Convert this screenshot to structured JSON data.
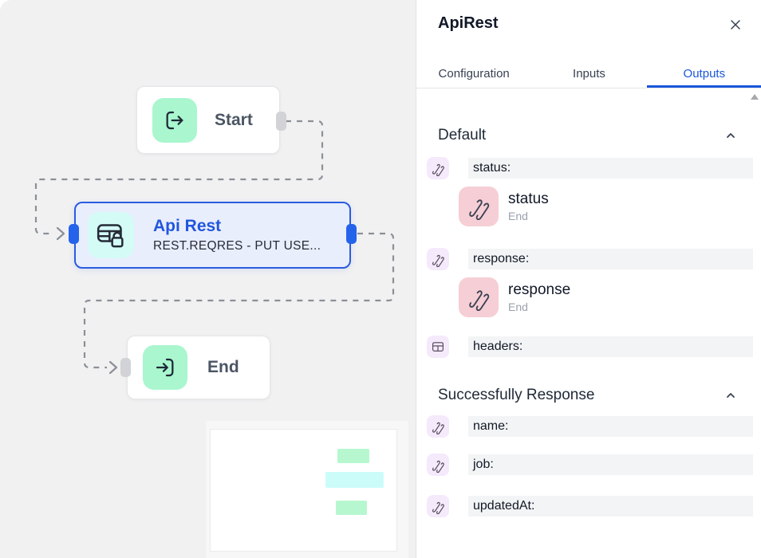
{
  "canvas": {
    "nodes": {
      "start": {
        "label": "Start",
        "icon": "logout-arrow-icon"
      },
      "api": {
        "title": "Api Rest",
        "subtitle": "REST.REQRES - PUT USE...",
        "icon": "table-lock-icon",
        "selected": true
      },
      "end": {
        "label": "End",
        "icon": "login-arrow-icon"
      }
    },
    "minimap": {
      "bars": [
        {
          "node": "start",
          "color": "#b7f7d0"
        },
        {
          "node": "api",
          "color": "#ccfcfa"
        },
        {
          "node": "end",
          "color": "#b7f7d0"
        }
      ]
    },
    "colors": {
      "connector": "#8b9097",
      "port_active": "#2563eb",
      "port_idle": "#d2d3d6",
      "node_selected_border": "#2b5ce0",
      "icon_mint": "#a9f6cf",
      "icon_cyan": "#d5fbf7"
    }
  },
  "panel": {
    "title": "ApiRest",
    "tabs": [
      {
        "label": "Configuration",
        "active": false
      },
      {
        "label": "Inputs",
        "active": false
      },
      {
        "label": "Outputs",
        "active": true
      }
    ],
    "active_tab_color": "#1a56db",
    "sections": [
      {
        "title": "Default",
        "collapsed": false,
        "items": [
          {
            "label": "status:",
            "type": "string",
            "child": {
              "name": "status",
              "source": "End"
            }
          },
          {
            "label": "response:",
            "type": "string",
            "child": {
              "name": "response",
              "source": "End"
            }
          },
          {
            "label": "headers:",
            "type": "table"
          }
        ]
      },
      {
        "title": "Successfully Response",
        "collapsed": false,
        "items": [
          {
            "label": "name:",
            "type": "string"
          },
          {
            "label": "job:",
            "type": "string"
          },
          {
            "label": "updatedAt:",
            "type": "string"
          }
        ]
      }
    ],
    "icon_colors": {
      "string_bg": "#f5e9fc",
      "string_child_bg": "#f6ced5",
      "row_bg": "#f3f4f5"
    }
  }
}
